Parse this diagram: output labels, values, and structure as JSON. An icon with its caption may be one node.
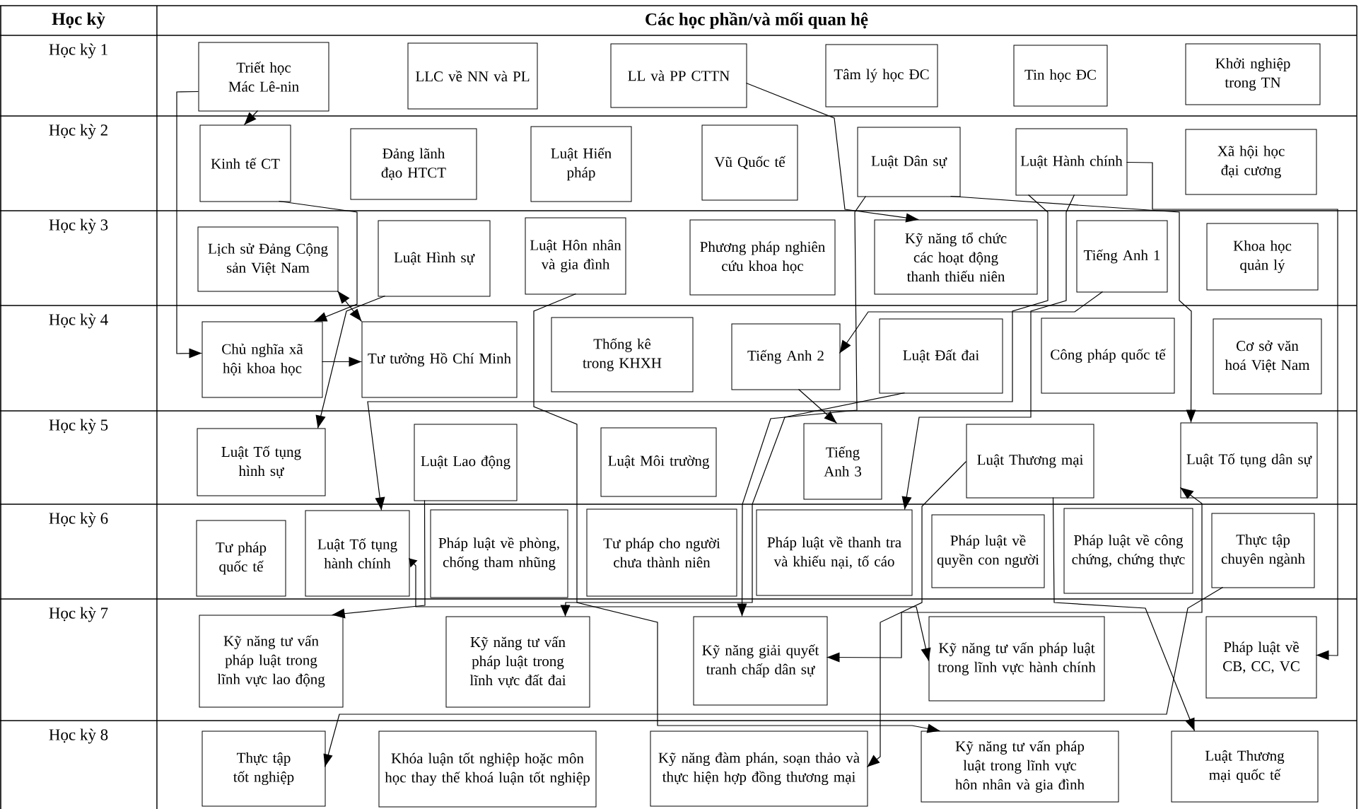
{
  "diagram": {
    "nodes": [
      {
        "text": [
          "Triết học Mác Lê-nin"
        ]
      },
      {
        "text": [
          "LLC về NN và PL"
        ]
      },
      {
        "text": [
          "LL và PP CTTN"
        ]
      },
      {
        "text": [
          "Tâm lý học ĐC"
        ]
      },
      {
        "text": [
          "Tin học ĐC"
        ]
      },
      {
        "text": [
          "Khởi nghiệp trong TN"
        ]
      },
      {
        "text": [
          "Kinh tế CT"
        ]
      },
      {
        "text": [
          "Đảng lãnh đạo HTCT"
        ]
      },
      {
        "text": [
          "Luật Hiến pháp"
        ]
      },
      {
        "text": [
          "Vũ Quốc tế"
        ]
      },
      {
        "text": [
          "Luật Dân sự"
        ]
      },
      {
        "text": [
          "Luật Hành chính"
        ]
      },
      {
        "text": [
          "Xã hội học đại cương"
        ]
      },
      {
        "text": [
          "Lịch sử Đảng Cộng sản Việt Nam"
        ]
      },
      {
        "text": [
          "Luật Hình sự"
        ]
      },
      {
        "text": [
          "Luật Hôn nhân và gia đình"
        ]
      },
      {
        "text": [
          "Phương pháp nghiên cứu khoa học"
        ]
      },
      {
        "text": [
          "Kỹ năng tổ chức các hoạt động thanh thiếu niên"
        ]
      },
      {
        "text": [
          "Tiếng Anh 1"
        ]
      },
      {
        "text": [
          "Khoa học quản lý"
        ]
      },
      {
        "text": [
          "Chủ nghĩa xã hội khoa học"
        ]
      },
      {
        "text": [
          "Tư tưởng Hồ Chí Minh"
        ]
      },
      {
        "text": [
          "Thống kê trong KHXH"
        ]
      },
      {
        "text": [
          "Tiếng Anh 2"
        ]
      },
      {
        "text": [
          "Luật Đất đai"
        ]
      },
      {
        "text": [
          "Công pháp quốc tế"
        ]
      },
      {
        "text": [
          "Cơ sở văn hoá Việt Nam"
        ]
      },
      {
        "text": [
          "Luật Tố tụng hình sự"
        ]
      },
      {
        "text": [
          "Luật Lao động"
        ]
      },
      {
        "text": [
          "Luật Môi trường"
        ]
      },
      {
        "text": [
          "Tiếng Anh 3"
        ]
      },
      {
        "text": [
          "Luật Thương mại"
        ]
      },
      {
        "text": [
          "Luật Tố tụng dân sự"
        ]
      },
      {
        "text": [
          "Tư pháp quốc tế"
        ]
      },
      {
        "text": [
          "Luật Tố tụng hành chính"
        ]
      },
      {
        "text": [
          "Pháp luật về phòng, chống tham nhũng"
        ]
      },
      {
        "text": [
          "Tư pháp cho người chưa thành niên"
        ]
      },
      {
        "text": [
          "Pháp luật về thanh tra và khiếu nại, tố cáo"
        ]
      },
      {
        "text": [
          "Pháp luật về quyền con người"
        ]
      },
      {
        "text": [
          "Pháp luật về công chứng, chứng thực"
        ]
      },
      {
        "text": [
          "Thực tập chuyên ngành"
        ]
      },
      {
        "text": [
          "Kỹ năng tư vấn pháp luật trong lĩnh vực lao động"
        ]
      },
      {
        "text": [
          "Kỹ năng tư vấn pháp luật trong lĩnh vực đất đai"
        ]
      },
      {
        "text": [
          "Kỹ năng giải quyết tranh chấp dân sự"
        ]
      },
      {
        "text": [
          "Kỹ năng tư vấn pháp luật trong lĩnh vực hành chính"
        ]
      },
      {
        "text": [
          "Pháp luật về CB, CC, VC"
        ]
      },
      {
        "text": [
          "Thực tập tốt nghiệp"
        ]
      },
      {
        "text": [
          "Khóa luận tốt nghiệp hoặc môn học thay thế khoá luận tốt nghiệp"
        ]
      },
      {
        "text": [
          "Kỹ năng đàm phán, soạn thảo và thực hiện hợp đồng thương mại"
        ]
      },
      {
        "text": [
          "Kỹ năng tư vấn pháp luật trong lĩnh vực hôn nhân và gia đình"
        ]
      },
      {
        "text": [
          "Luật Thương mại quốc tế"
        ]
      }
    ],
    "edges": [
      {
        "from": 0,
        "to": 6,
        "arrow": "to"
      },
      {
        "from": 0,
        "to": 20,
        "arrow": "to"
      },
      {
        "from": 6,
        "to": 20,
        "arrow": "to"
      },
      {
        "from": 13,
        "to": 21,
        "arrow": "both"
      },
      {
        "from": 20,
        "to": 21,
        "arrow": "to"
      },
      {
        "from": 14,
        "to": 27,
        "arrow": "to"
      },
      {
        "from": 2,
        "to": 17,
        "arrow": "to"
      },
      {
        "from": 11,
        "to": 34,
        "arrow": "to"
      },
      {
        "from": 10,
        "to": 43,
        "arrow": "to"
      },
      {
        "from": 10,
        "to": 32,
        "arrow": "to"
      },
      {
        "from": 11,
        "to": 45,
        "arrow": "to"
      },
      {
        "from": 11,
        "to": 37,
        "arrow": "to"
      },
      {
        "from": 18,
        "to": 23,
        "arrow": "to"
      },
      {
        "from": 23,
        "to": 30,
        "arrow": "to"
      },
      {
        "from": 15,
        "to": 49,
        "arrow": "to"
      },
      {
        "from": 24,
        "to": 42,
        "arrow": "to"
      },
      {
        "from": 31,
        "to": 48,
        "arrow": "to"
      },
      {
        "from": 31,
        "to": 50,
        "arrow": "to"
      },
      {
        "from": 43,
        "to": 32,
        "arrow": "both"
      },
      {
        "from": 40,
        "to": 46,
        "arrow": "to"
      },
      {
        "from": 34,
        "to": 44,
        "arrow": "both"
      },
      {
        "from": 28,
        "to": 41,
        "arrow": "to"
      }
    ],
    "labels": [
      "Học kỳ",
      "Các học phần/và mối quan hệ",
      "Học kỳ 1",
      "Học kỳ 2",
      "Học kỳ 3",
      "Học kỳ 4",
      "Học kỳ 5",
      "Học kỳ 6",
      "Học kỳ 7",
      "Học kỳ 8"
    ]
  }
}
